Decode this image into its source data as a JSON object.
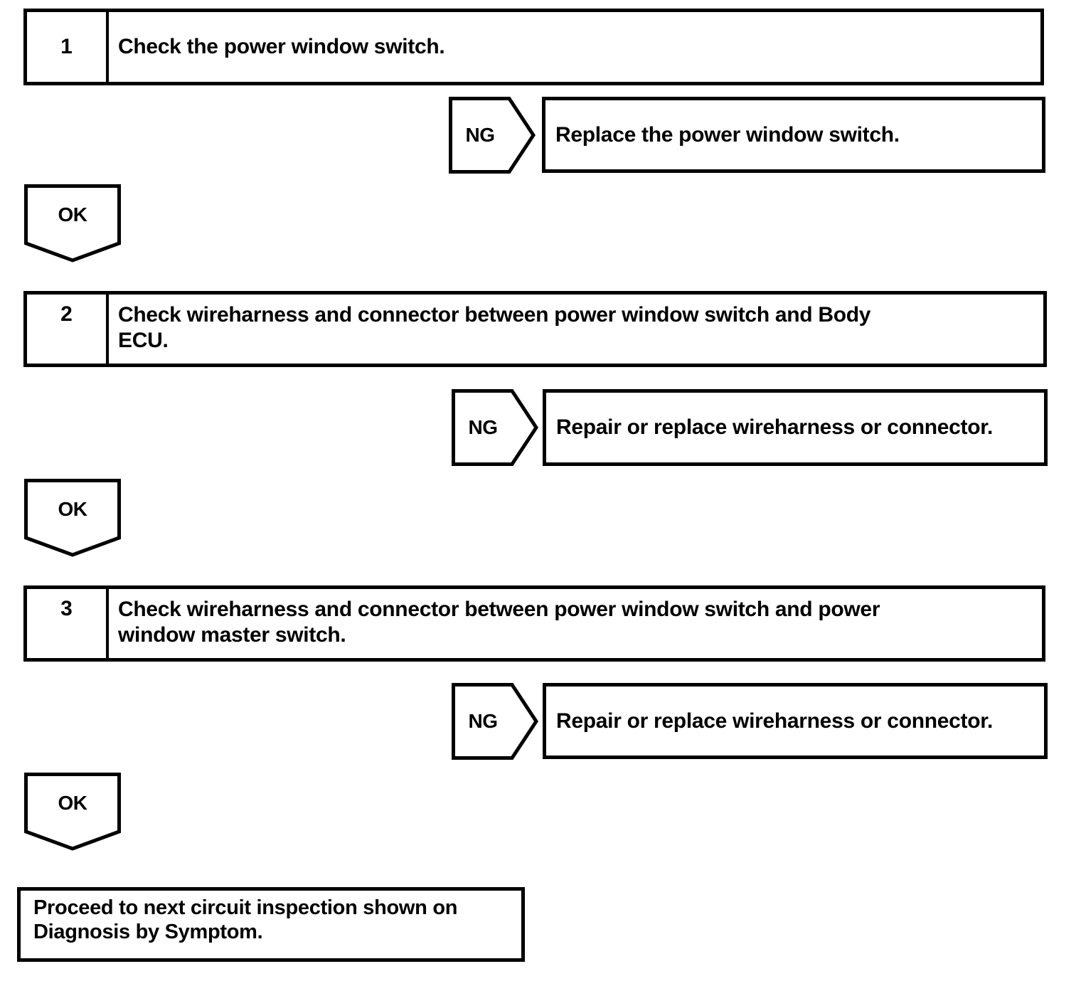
{
  "page": {
    "background": "#ffffff",
    "line_color": "#000000"
  },
  "flowchart": {
    "steps": [
      {
        "number": "1",
        "instruction": "Check the power window switch.",
        "ng": {
          "label": "NG",
          "result": "Replace the power window switch."
        },
        "ok": {
          "label": "OK"
        }
      },
      {
        "number": "2",
        "instruction": "Check wireharness and connector between power window switch and Body\nECU.",
        "ng": {
          "label": "NG",
          "result": "Repair or replace wireharness or connector."
        },
        "ok": {
          "label": "OK"
        }
      },
      {
        "number": "3",
        "instruction": "Check wireharness and connector between power window switch and power\nwindow master switch.",
        "ng": {
          "label": "NG",
          "result": "Repair or replace wireharness or connector."
        },
        "ok": {
          "label": "OK"
        }
      }
    ],
    "end_box": {
      "text": "Proceed to next circuit inspection shown on\nDiagnosis by Symptom."
    }
  }
}
